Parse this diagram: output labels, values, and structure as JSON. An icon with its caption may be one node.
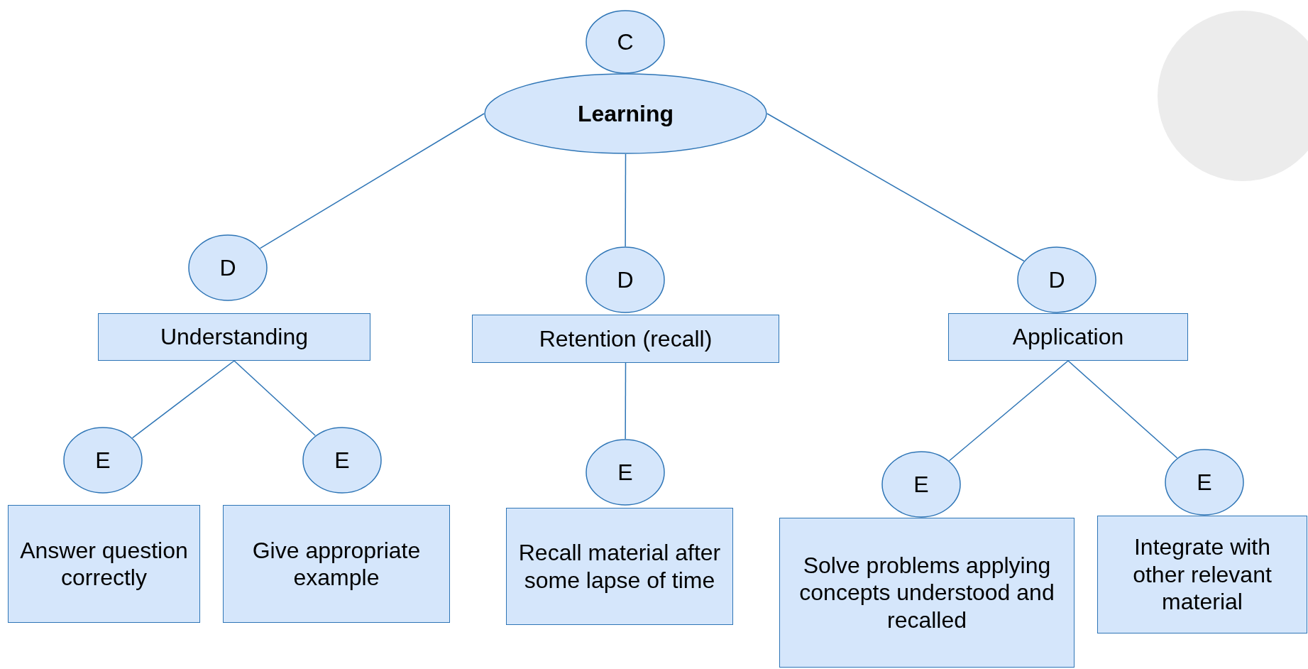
{
  "diagram": {
    "nodes": [
      {
        "text": [
          "C"
        ]
      },
      {
        "text": [
          "Learning"
        ]
      },
      {
        "text": [
          "D"
        ]
      },
      {
        "text": [
          "D"
        ]
      },
      {
        "text": [
          "D"
        ]
      },
      {
        "text": [
          "Understanding"
        ]
      },
      {
        "text": [
          "Retention (recall)"
        ]
      },
      {
        "text": [
          "Application"
        ]
      },
      {
        "text": [
          "E"
        ]
      },
      {
        "text": [
          "E"
        ]
      },
      {
        "text": [
          "E"
        ]
      },
      {
        "text": [
          "E"
        ]
      },
      {
        "text": [
          "E"
        ]
      },
      {
        "text": [
          "Answer question correctly"
        ]
      },
      {
        "text": [
          "Give appropriate example"
        ]
      },
      {
        "text": [
          "Recall material after some lapse of time"
        ]
      },
      {
        "text": [
          "Solve problems applying concepts understood and recalled"
        ]
      },
      {
        "text": [
          "Integrate with other relevant material"
        ]
      }
    ],
    "edges": [
      {
        "from": 1,
        "to": 2,
        "arrow": "none"
      },
      {
        "from": 1,
        "to": 3,
        "arrow": "none"
      },
      {
        "from": 1,
        "to": 4,
        "arrow": "none"
      },
      {
        "from": 5,
        "to": 8,
        "arrow": "none"
      },
      {
        "from": 5,
        "to": 9,
        "arrow": "none"
      },
      {
        "from": 6,
        "to": 10,
        "arrow": "none"
      },
      {
        "from": 7,
        "to": 11,
        "arrow": "none"
      },
      {
        "from": 7,
        "to": 12,
        "arrow": "none"
      }
    ]
  }
}
